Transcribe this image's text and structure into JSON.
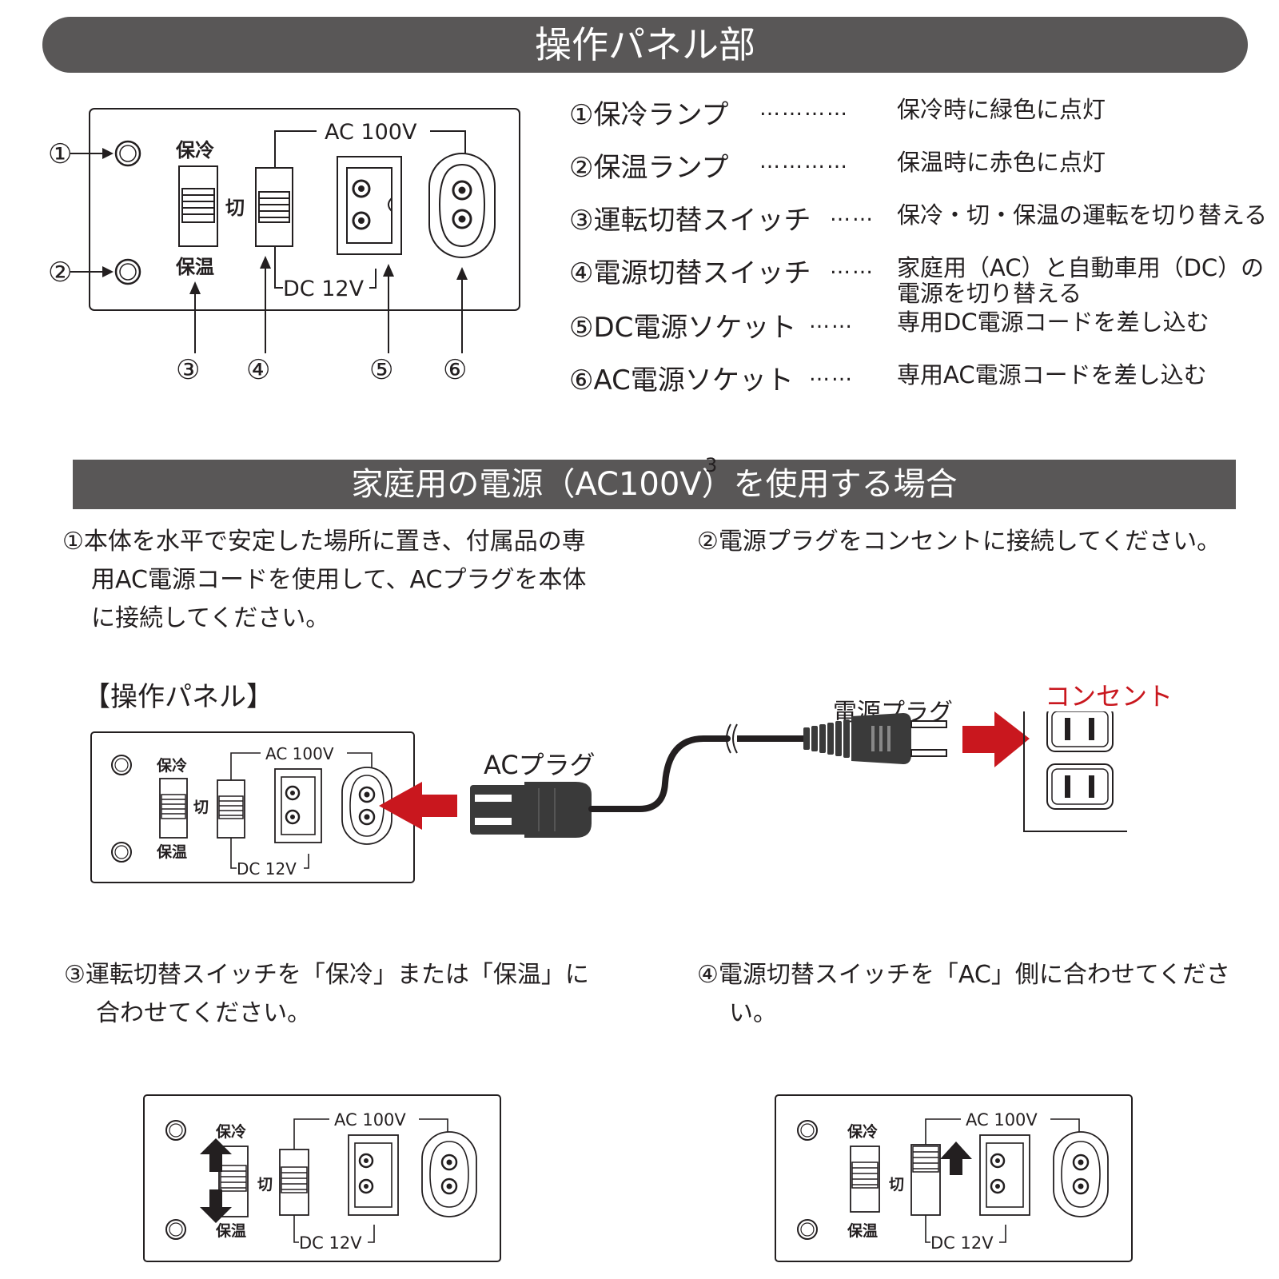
{
  "header": {
    "title": "操作パネル部"
  },
  "panel_labels": {
    "cool": "保冷",
    "warm": "保温",
    "off": "切",
    "ac": "AC 100V",
    "dc": "DC 12V"
  },
  "callouts": [
    "①",
    "②",
    "③",
    "④",
    "⑤",
    "⑥"
  ],
  "legend": [
    {
      "name": "①保冷ランプ",
      "dots": "…………",
      "desc": "保冷時に緑色に点灯"
    },
    {
      "name": "②保温ランプ",
      "dots": "…………",
      "desc": "保温時に赤色に点灯"
    },
    {
      "name": "③運転切替スイッチ",
      "dots": "……",
      "desc": "保冷・切・保温の運転を切り替える"
    },
    {
      "name": "④電源切替スイッチ",
      "dots": "……",
      "desc": "家庭用（AC）と自動車用（DC）の",
      "desc2": "電源を切り替える"
    },
    {
      "name": "⑤DC電源ソケット",
      "dots": "……",
      "desc": "専用DC電源コードを差し込む"
    },
    {
      "name": "⑥AC電源ソケット",
      "dots": "……",
      "desc": "専用AC電源コードを差し込む"
    }
  ],
  "section2": {
    "title": "家庭用の電源（AC100V）を使用する場合",
    "superscript": "3"
  },
  "steps": {
    "step1": [
      "①本体を水平で安定した場所に置き、付属品の専",
      "用AC電源コードを使用して、ACプラグを本体",
      "に接続してください。"
    ],
    "step2": "②電源プラグをコンセントに接続してください。",
    "step3": [
      "③運転切替スイッチを「保冷」または「保温」に",
      "合わせてください。"
    ],
    "step4": [
      "④電源切替スイッチを「AC」側に合わせてくださ",
      "い。"
    ]
  },
  "illustration": {
    "panel_title": "【操作パネル】",
    "ac_plug": "ACプラグ",
    "power_plug": "電源プラグ",
    "outlet": "コンセント"
  },
  "colors": {
    "banner": "#595757",
    "arrow_red": "#c9171e",
    "outlet_label": "#c9171e",
    "plug_body": "#3a3a3a"
  }
}
